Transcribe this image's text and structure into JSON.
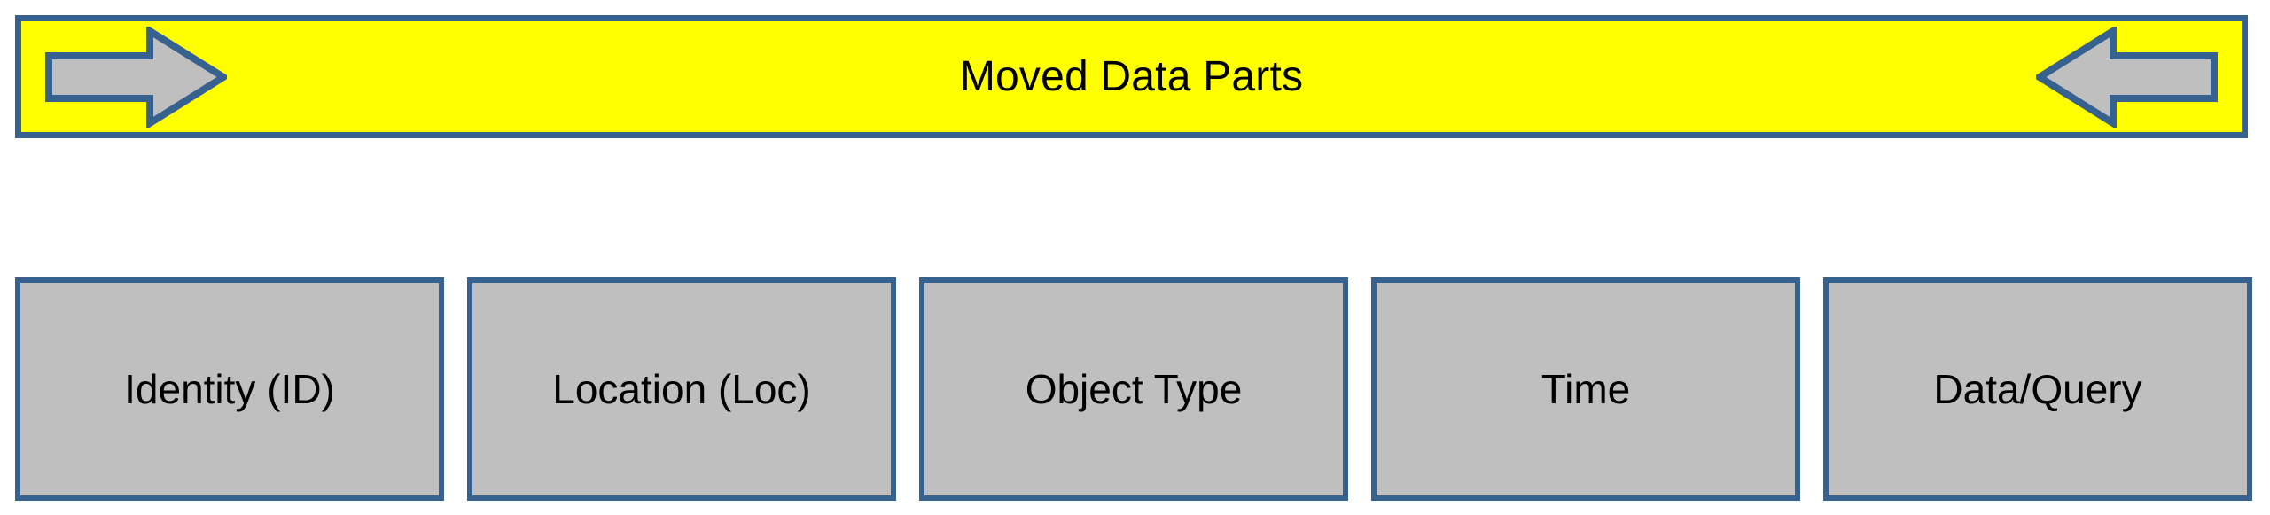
{
  "banner": {
    "title": "Moved Data Parts",
    "background_color": "#FFFF00",
    "border_color": "#37618E",
    "left_arrow_name": "arrow-right-icon",
    "right_arrow_name": "arrow-left-icon",
    "arrow_fill_color": "#BFBFBF",
    "arrow_stroke_color": "#37618E"
  },
  "categories": [
    {
      "label": "Identity (ID)"
    },
    {
      "label": "Location (Loc)"
    },
    {
      "label": "Object Type"
    },
    {
      "label": "Time"
    },
    {
      "label": "Data/Query"
    }
  ],
  "colors": {
    "box_fill": "#BFBFBF",
    "box_border": "#37618E",
    "text": "#000000",
    "page_background": "#FFFFFF"
  }
}
